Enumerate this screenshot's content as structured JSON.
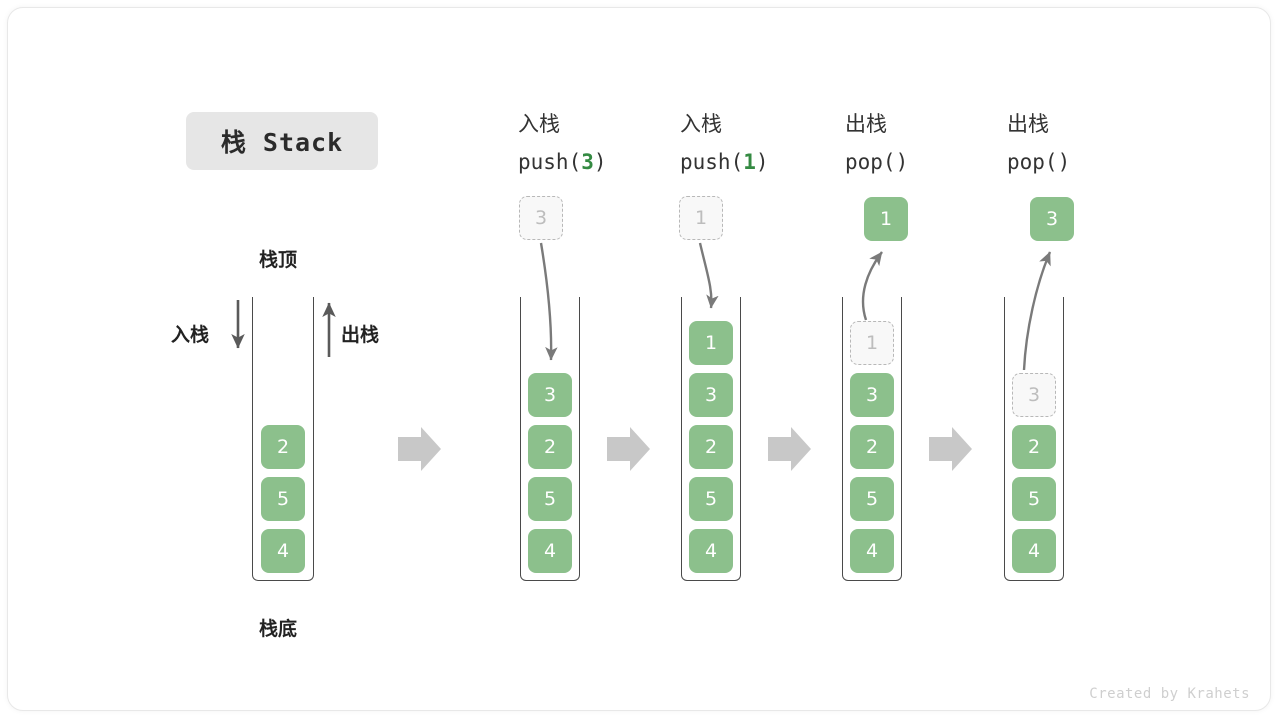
{
  "title_badge": {
    "text": "栈 Stack"
  },
  "footer": {
    "text": "Created by Krahets"
  },
  "colors": {
    "element_fill": "#8cc08c",
    "element_text": "#ffffff",
    "ghost_fill": "#f8f8f8",
    "ghost_text": "#bdbdbd",
    "ghost_border": "#b8b8b8",
    "accent_number": "#348a42",
    "container_stroke": "#4a4a4a",
    "arrow_gray": "#c8c8c8",
    "curve_arrow": "#7a7a7a",
    "badge_bg": "#e6e6e6",
    "text_dark": "#333333"
  },
  "labels": {
    "stack_top": "栈顶",
    "stack_bottom": "栈底",
    "push_side": "入栈",
    "pop_side": "出栈"
  },
  "columns": [
    {
      "id": "initial",
      "op_cn": "",
      "op_code": "",
      "op_code_prefix": "",
      "op_code_arg": "",
      "op_code_suffix": "",
      "floating": null,
      "stack": [
        {
          "value": "2",
          "state": "filled"
        },
        {
          "value": "5",
          "state": "filled"
        },
        {
          "value": "4",
          "state": "filled"
        }
      ]
    },
    {
      "id": "push-3",
      "op_cn": "入栈",
      "op_code_prefix": "push(",
      "op_code_arg": "3",
      "op_code_suffix": ")",
      "floating": {
        "value": "3",
        "state": "ghost"
      },
      "stack": [
        {
          "value": "3",
          "state": "filled"
        },
        {
          "value": "2",
          "state": "filled"
        },
        {
          "value": "5",
          "state": "filled"
        },
        {
          "value": "4",
          "state": "filled"
        }
      ]
    },
    {
      "id": "push-1",
      "op_cn": "入栈",
      "op_code_prefix": "push(",
      "op_code_arg": "1",
      "op_code_suffix": ")",
      "floating": {
        "value": "1",
        "state": "ghost"
      },
      "stack": [
        {
          "value": "1",
          "state": "filled"
        },
        {
          "value": "3",
          "state": "filled"
        },
        {
          "value": "2",
          "state": "filled"
        },
        {
          "value": "5",
          "state": "filled"
        },
        {
          "value": "4",
          "state": "filled"
        }
      ]
    },
    {
      "id": "pop-1",
      "op_cn": "出栈",
      "op_code_prefix": "pop(",
      "op_code_arg": "",
      "op_code_suffix": ")",
      "floating": {
        "value": "1",
        "state": "filled"
      },
      "stack": [
        {
          "value": "1",
          "state": "ghost"
        },
        {
          "value": "3",
          "state": "filled"
        },
        {
          "value": "2",
          "state": "filled"
        },
        {
          "value": "5",
          "state": "filled"
        },
        {
          "value": "4",
          "state": "filled"
        }
      ]
    },
    {
      "id": "pop-3",
      "op_cn": "出栈",
      "op_code_prefix": "pop(",
      "op_code_arg": "",
      "op_code_suffix": ")",
      "floating": {
        "value": "3",
        "state": "filled"
      },
      "stack": [
        {
          "value": "3",
          "state": "ghost"
        },
        {
          "value": "2",
          "state": "filled"
        },
        {
          "value": "5",
          "state": "filled"
        },
        {
          "value": "4",
          "state": "filled"
        }
      ]
    }
  ]
}
